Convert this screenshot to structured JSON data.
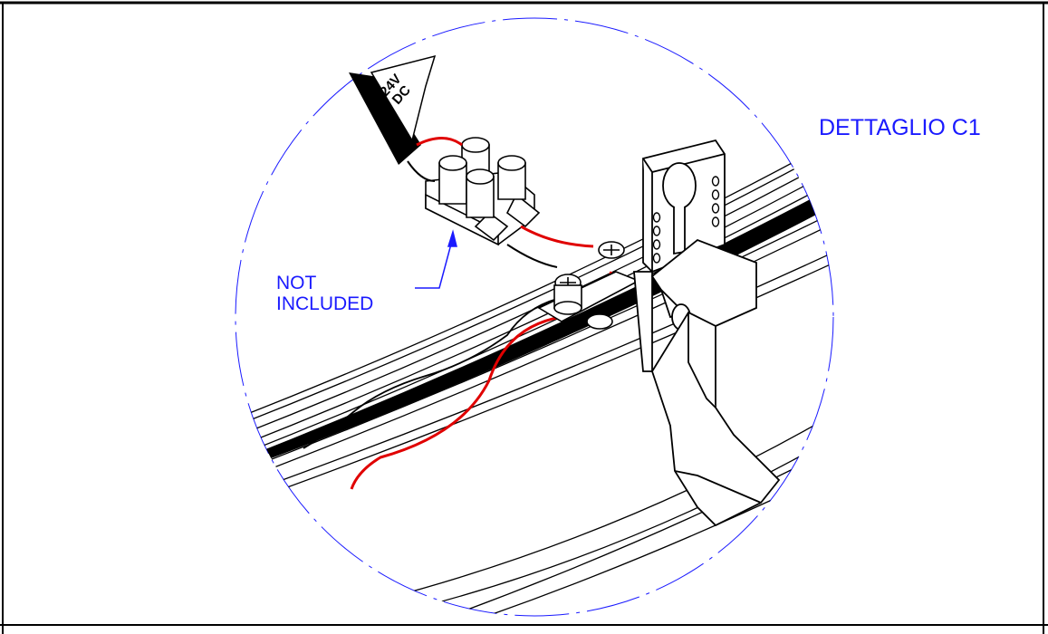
{
  "detail": {
    "title": "DETTAGLIO C1"
  },
  "callout": {
    "line1": "NOT",
    "line2": "INCLUDED"
  },
  "cable_tag": {
    "line1": "24V",
    "line2": "DC"
  },
  "colors": {
    "ink": "#000000",
    "annotation_blue": "#1a1aff",
    "wire_red": "#e00000",
    "background": "#ffffff"
  }
}
